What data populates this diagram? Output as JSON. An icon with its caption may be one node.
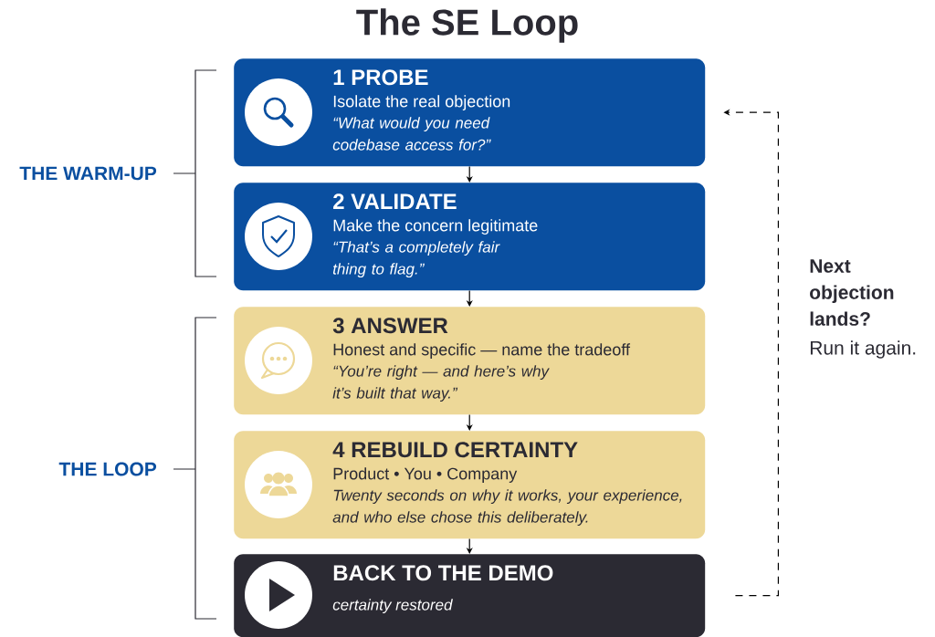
{
  "diagram": {
    "title": "The SE Loop",
    "nodes": [
      {
        "text": [
          "1 PROBE",
          "Isolate the real objection",
          "“What would you need codebase access for?”"
        ]
      },
      {
        "text": [
          "2 VALIDATE",
          "Make the concern legitimate",
          "“That’s a completely fair thing to flag.”"
        ]
      },
      {
        "text": [
          "3 ANSWER",
          "Honest and specific — name the tradeoff",
          "“You’re right — and here’s why it’s built that way.”"
        ]
      },
      {
        "text": [
          "4 REBUILD CERTAINTY",
          "Product • You • Company",
          "Twenty seconds on why it works, your experience, and who else chose this deliberately."
        ]
      },
      {
        "text": [
          "BACK TO THE DEMO",
          "certainty restored"
        ]
      }
    ],
    "edges": [
      {
        "from": 0,
        "to": 1,
        "arrow": "to"
      },
      {
        "from": 1,
        "to": 2,
        "arrow": "to"
      },
      {
        "from": 2,
        "to": 3,
        "arrow": "to"
      },
      {
        "from": 3,
        "to": 4,
        "arrow": "to"
      },
      {
        "from": 4,
        "to": 0,
        "arrow": "to",
        "style": "dashed"
      }
    ],
    "labels": [
      "THE WARM-UP",
      "THE LOOP",
      "Next objection lands?",
      "Run it again."
    ]
  }
}
